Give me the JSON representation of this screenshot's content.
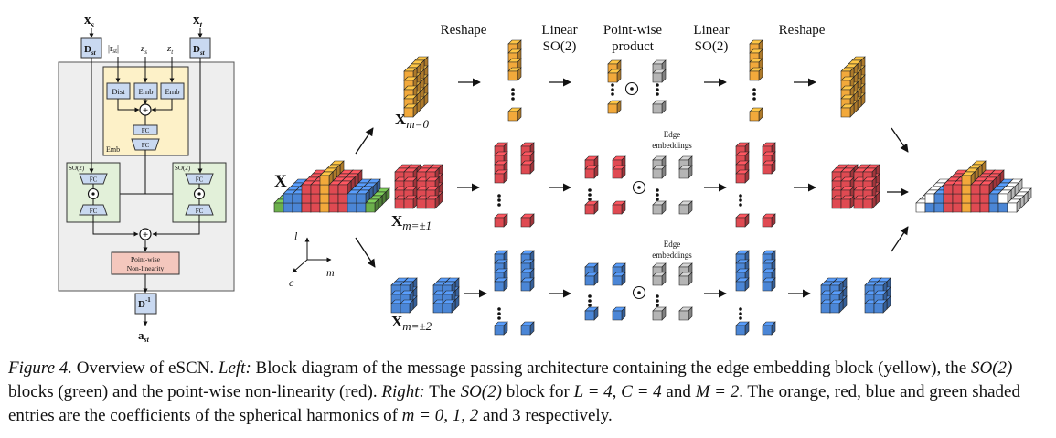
{
  "figure": {
    "left": {
      "x_s": "x",
      "x_s_sub": "s",
      "x_t": "x",
      "x_t_sub": "t",
      "d_st": "D",
      "d_st_sub": "st",
      "r_st": "|r",
      "r_st_sub": "st",
      "r_st_end": "|",
      "z_s": "z",
      "z_s_sub": "s",
      "z_t": "z",
      "z_t_sub": "t",
      "dist": "Dist",
      "emb": "Emb",
      "fc": "FC",
      "emb_label": "Emb",
      "so2": "SO(2)",
      "pointwise_line1": "Point-wise",
      "pointwise_line2": "Non-linearity",
      "d_inv": "D",
      "d_inv_sup": "-1",
      "a_st": "a",
      "a_st_sub": "st"
    },
    "right": {
      "reshape_1": "Reshape",
      "linear_1_line1": "Linear",
      "linear_1_line2": "SO(2)",
      "pointwise_line1": "Point-wise",
      "pointwise_line2": "product",
      "linear_2_line1": "Linear",
      "linear_2_line2": "SO(2)",
      "reshape_2": "Reshape",
      "edge_1_line1": "Edge",
      "edge_1_line2": "embeddings",
      "edge_2_line1": "Edge",
      "edge_2_line2": "embeddings",
      "x_main": "X",
      "x_m0": "X",
      "x_m0_sub": "m=0",
      "x_m1": "X",
      "x_m1_sub": "m=±1",
      "x_m2": "X",
      "x_m2_sub": "m=±2",
      "axis_l": "l",
      "axis_m": "m",
      "axis_c": "c",
      "odot": "⊙"
    },
    "colors": {
      "orange": "#f2a93b",
      "red": "#df4a52",
      "blue": "#4b86d6",
      "green": "#6cb04c",
      "gray": "#b5b5b5",
      "yellow_block": "#fdf1c8",
      "green_block": "#e2f0d9",
      "red_block": "#f4c7bd",
      "blue_box": "#c9d9f1"
    }
  },
  "caption": {
    "figure_label": "Figure 4.",
    "text_1": " Overview of eSCN. ",
    "left_label": "Left:",
    "text_2": " Block diagram of the message passing architecture containing the edge embedding block (yellow), the ",
    "so2_1": "SO(2)",
    "text_3": " blocks (green) and the point-wise non-linearity (red). ",
    "right_label": "Right:",
    "text_4": " The ",
    "so2_2": "SO(2)",
    "text_5": " block for ",
    "param_L": "L = 4",
    "text_6": ", ",
    "param_C": "C = 4",
    "text_7": " and ",
    "param_M": "M = 2",
    "text_8": ". The orange, red, blue and green shaded entries are the coefficients of the spherical harmonics of ",
    "m_values": "m = 0, 1, 2",
    "text_9": " and 3 respectively."
  }
}
